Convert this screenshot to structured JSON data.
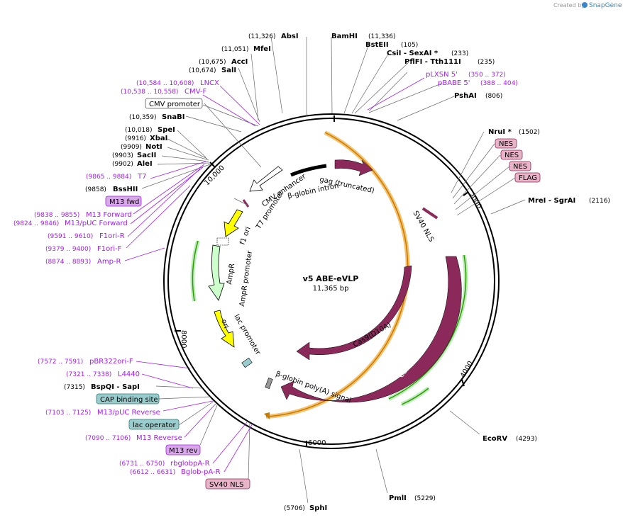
{
  "credit": {
    "text": "Created by",
    "brand": "SnapGene",
    "brand_color": "#3a86c8"
  },
  "plasmid": {
    "name": "v5 ABE-eVLP",
    "size_label": "11,365 bp"
  },
  "colors": {
    "feature_maroon": "#8b2a5a",
    "yellow": "#ffff00",
    "promoter_white": "#ffffff",
    "green_light": "#ccffcc",
    "orange_highlight": "#f5a623",
    "orf_green": "#339900",
    "primer_purple": "#a020f0",
    "misc_teal": "#99cccc",
    "nes_pink": "#e8b4c8",
    "m13_purple": "#d8a8e8"
  },
  "ticks": [
    {
      "label": "2000"
    },
    {
      "label": "4000"
    },
    {
      "label": "6000"
    },
    {
      "label": "8000"
    },
    {
      "label": "10,000"
    }
  ],
  "sites": [
    {
      "id": "absi",
      "coord": "(11,326)",
      "name": "AbsI"
    },
    {
      "id": "bamhi",
      "coord": "",
      "name": "BamHI"
    },
    {
      "id": "bamhi-coord",
      "coord": "(11,336)",
      "name": ""
    },
    {
      "id": "bsteii",
      "coord": "(105)",
      "name": "BstEII"
    },
    {
      "id": "csii",
      "coord": "(233)",
      "name": "CsiI  - SexAI *"
    },
    {
      "id": "pflfi",
      "coord": "(235)",
      "name": "PflFI  - Tth111I"
    },
    {
      "id": "pshai",
      "coord": "(806)",
      "name": "PshAI"
    },
    {
      "id": "nrui",
      "coord": "(1502)",
      "name": "NruI *"
    },
    {
      "id": "mrei",
      "coord": "(2116)",
      "name": "MreI  - SgrAI"
    },
    {
      "id": "ecorv",
      "coord": "(4293)",
      "name": "EcoRV"
    },
    {
      "id": "pmli",
      "coord": "(5229)",
      "name": "PmlI"
    },
    {
      "id": "sphi",
      "coord": "(5706)",
      "name": "SphI"
    },
    {
      "id": "bspqi",
      "coord": "(7315)",
      "name": "BspQI  - SapI"
    },
    {
      "id": "bsshii",
      "coord": "(9858)",
      "name": "BssHII"
    },
    {
      "id": "alei",
      "coord": "(9902)",
      "name": "AleI"
    },
    {
      "id": "sacii",
      "coord": "(9903)",
      "name": "SacII"
    },
    {
      "id": "noti",
      "coord": "(9909)",
      "name": "NotI"
    },
    {
      "id": "xbai",
      "coord": "(9916)",
      "name": "XbaI"
    },
    {
      "id": "spei",
      "coord": "(10,018)",
      "name": "SpeI"
    },
    {
      "id": "snabi",
      "coord": "(10,359)",
      "name": "SnaBI"
    },
    {
      "id": "sali",
      "coord": "(10,674)",
      "name": "SalI"
    },
    {
      "id": "acci",
      "coord": "(10,675)",
      "name": "AccI"
    },
    {
      "id": "mfei",
      "coord": "(11,051)",
      "name": "MfeI"
    }
  ],
  "primers": [
    {
      "id": "plxsn",
      "name": "pLXSN 5'",
      "coord": "(350 .. 372)"
    },
    {
      "id": "pbabe",
      "name": "pBABE 5'",
      "coord": "(388 .. 404)"
    },
    {
      "id": "lncx",
      "name": "LNCX",
      "coord": "(10,584 .. 10,608)"
    },
    {
      "id": "cmvf",
      "name": "CMV-F",
      "coord": "(10,538 .. 10,558)"
    },
    {
      "id": "t7",
      "name": "T7",
      "coord": "(9865 .. 9884)"
    },
    {
      "id": "m13f",
      "name": "M13 Forward",
      "coord": "(9838 .. 9855)"
    },
    {
      "id": "m13puc",
      "name": "M13/pUC Forward",
      "coord": "(9824 .. 9846)"
    },
    {
      "id": "f1orir",
      "name": "F1ori-R",
      "coord": "(9591 .. 9610)"
    },
    {
      "id": "f1orif",
      "name": "F1ori-F",
      "coord": "(9379 .. 9400)"
    },
    {
      "id": "ampr",
      "name": "Amp-R",
      "coord": "(8874 .. 8893)"
    },
    {
      "id": "pbr322",
      "name": "pBR322ori-F",
      "coord": "(7572 .. 7591)"
    },
    {
      "id": "l4440",
      "name": "L4440",
      "coord": "(7321 .. 7338)"
    },
    {
      "id": "m13pucrev",
      "name": "M13/pUC Reverse",
      "coord": "(7103 .. 7125)"
    },
    {
      "id": "m13rev",
      "name": "M13 Reverse",
      "coord": "(7090 .. 7106)"
    },
    {
      "id": "rbglob",
      "name": "rbglobpA-R",
      "coord": "(6731 .. 6750)"
    },
    {
      "id": "bglob",
      "name": "Bglob-pA-R",
      "coord": "(6612 .. 6631)"
    }
  ],
  "boxed": [
    {
      "id": "cmv-promoter-box",
      "text": "CMV promoter"
    },
    {
      "id": "m13-fwd-box",
      "text": "M13 fwd"
    },
    {
      "id": "nes-1",
      "text": "NES"
    },
    {
      "id": "nes-2",
      "text": "NES"
    },
    {
      "id": "nes-3",
      "text": "NES"
    },
    {
      "id": "flag",
      "text": "FLAG"
    },
    {
      "id": "cap-binding",
      "text": "CAP binding site"
    },
    {
      "id": "lac-operator",
      "text": "lac operator"
    },
    {
      "id": "m13-rev-box",
      "text": "M13 rev"
    },
    {
      "id": "sv40-nls-box",
      "text": "SV40 NLS"
    }
  ],
  "features": {
    "gag": "gag (truncated)",
    "bglobin_intron": "β-globin intron",
    "cmv_enhancer": "CMV enhancer",
    "t7_promoter": "T7 promoter",
    "f1_ori": "f1 ori",
    "ampr": "AmpR",
    "ampr_promoter": "AmpR promoter",
    "ori": "ori",
    "lac_promoter": "lac promoter",
    "sv40_nls": "SV40 NLS",
    "cas9_d10a": "Cas9(D10A)",
    "cas9": "Cas9",
    "bglobin_polya": "β-globin poly(A) signal"
  }
}
